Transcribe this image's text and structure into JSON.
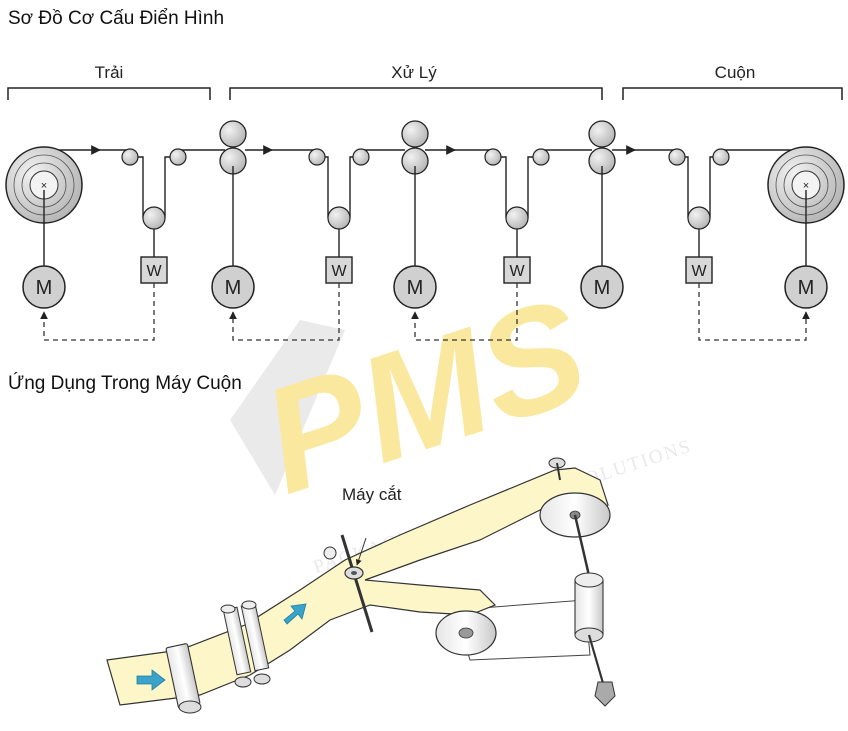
{
  "titles": {
    "top": "Sơ Đồ Cơ Cấu Điển Hình",
    "bottom": "Ứng Dụng Trong Máy Cuộn"
  },
  "sections": [
    "Trải",
    "Xử Lý",
    "Cuộn"
  ],
  "motor_label": "M",
  "weight_label": "W",
  "cutter_label": "Máy cắt",
  "watermark": {
    "logo": "PMS",
    "subtitle": "PACKAGING MACHINERY SOLUTIONS"
  },
  "colors": {
    "roller_fill": "#c8c8c8",
    "motor_fill": "#d0d0d0",
    "web_fill": "#fcf6c8",
    "arrow_fill": "#3aa3c9",
    "watermark_yellow": "#f6d64f",
    "watermark_gray": "#cfcfcf"
  }
}
